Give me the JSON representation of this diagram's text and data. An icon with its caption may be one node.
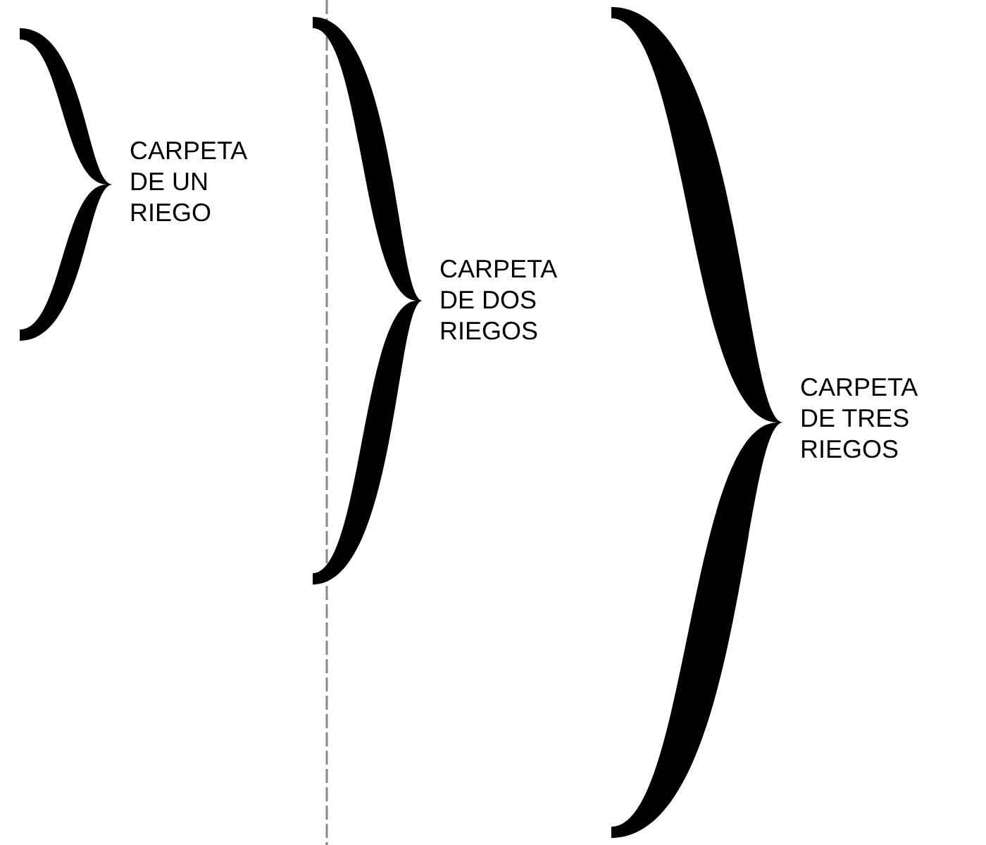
{
  "diagram": {
    "labels": [
      "CARPETA DE UN RIEGO",
      "CARPETA DE DOS RIEGOS",
      "CARPETA DE TRES RIEGOS"
    ]
  }
}
